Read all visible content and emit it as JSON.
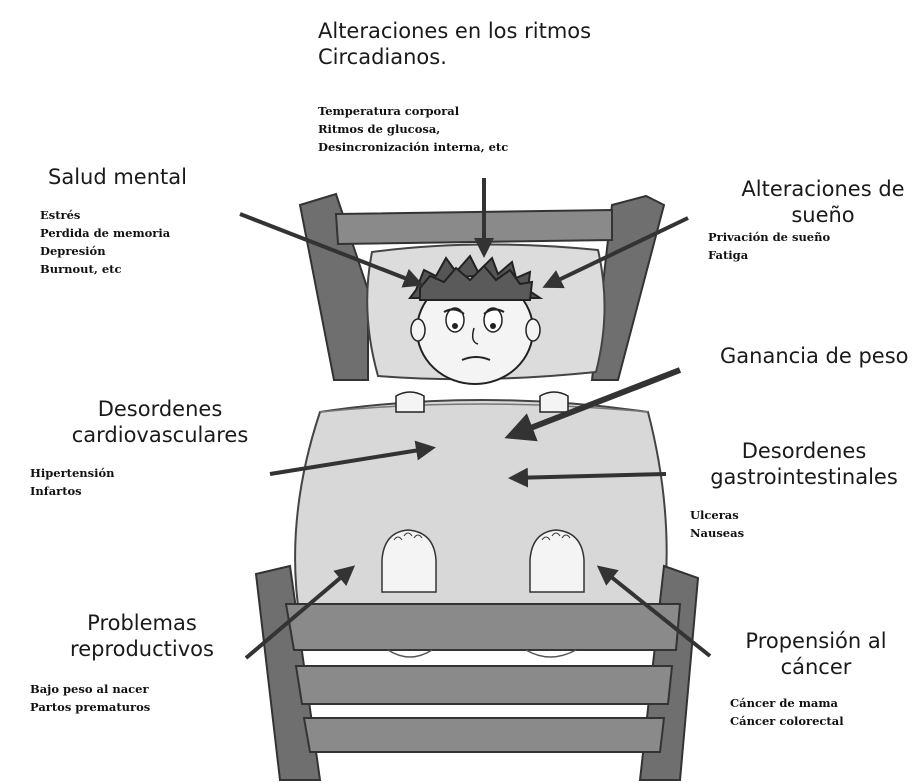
{
  "labels": {
    "circadian": {
      "title": [
        "Alteraciones en los ritmos",
        "Circadianos."
      ],
      "items": [
        "Temperatura corporal",
        "Ritmos de glucosa,",
        "Desincronización interna, etc"
      ]
    },
    "mental": {
      "title": [
        "Salud mental"
      ],
      "items": [
        "Estrés",
        "Perdida de memoria",
        "Depresión",
        "Burnout, etc"
      ]
    },
    "sleep": {
      "title": [
        "Alteraciones de",
        "sueño"
      ],
      "items": [
        "Privación de sueño",
        "Fatiga"
      ]
    },
    "weight": {
      "title": [
        "Ganancia de peso"
      ]
    },
    "cardio": {
      "title": [
        "Desordenes",
        "cardiovasculares"
      ],
      "items": [
        "Hipertensión",
        "Infartos"
      ]
    },
    "gastro": {
      "title": [
        "Desordenes",
        "gastrointestinales"
      ],
      "items": [
        "Ulceras",
        "Nauseas"
      ]
    },
    "repro": {
      "title": [
        "Problemas",
        "reproductivos"
      ],
      "items": [
        "Bajo peso al nacer",
        "Partos prematuros"
      ]
    },
    "cancer": {
      "title": [
        "Propensión al",
        "cáncer"
      ],
      "items": [
        "Cáncer de mama",
        "Cáncer colorectal"
      ]
    }
  }
}
